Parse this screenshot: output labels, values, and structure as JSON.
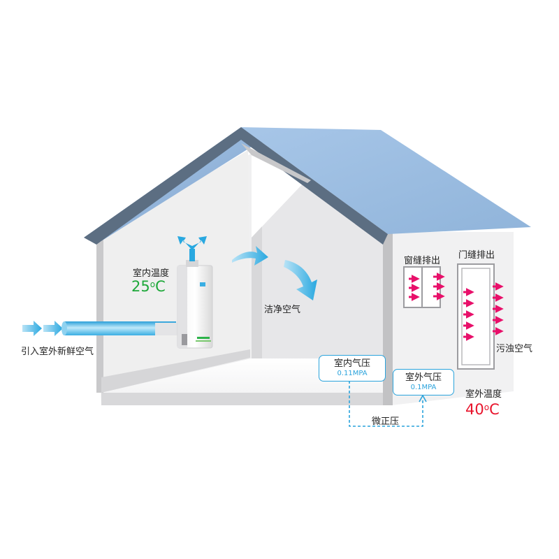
{
  "labels": {
    "fresh_air_intake": "引入室外新鲜空气",
    "indoor_temp_title": "室内温度",
    "indoor_temp_value": "25",
    "indoor_temp_unit": "C",
    "clean_air": "洁净空气",
    "window_gap": "窗缝排出",
    "door_gap": "门缝排出",
    "dirty_air": "污浊空气",
    "outdoor_temp_title": "室外温度",
    "outdoor_temp_value": "40",
    "outdoor_temp_unit": "C",
    "indoor_pressure_title": "室内气压",
    "indoor_pressure_value": "0.11MPA",
    "outdoor_pressure_title": "室外气压",
    "outdoor_pressure_value": "0.1MPA",
    "micro_positive_pressure": "微正压",
    "degree_symbol": "o"
  },
  "colors": {
    "roof": "#8fb3d9",
    "roof_edge": "#5c6e82",
    "wall": "#eeeeef",
    "wall_shadow": "#bcbcbe",
    "air_blue": "#29a8e0",
    "exhaust_pink": "#e8106a",
    "indoor_temp": "#1ea83a",
    "outdoor_temp": "#e8142c",
    "pressure_blue": "#2aa3dc"
  },
  "icons": [
    "air-flow-arrow-icon",
    "exhaust-arrow-icon",
    "ventilation-unit-icon",
    "dashed-connector-icon"
  ]
}
